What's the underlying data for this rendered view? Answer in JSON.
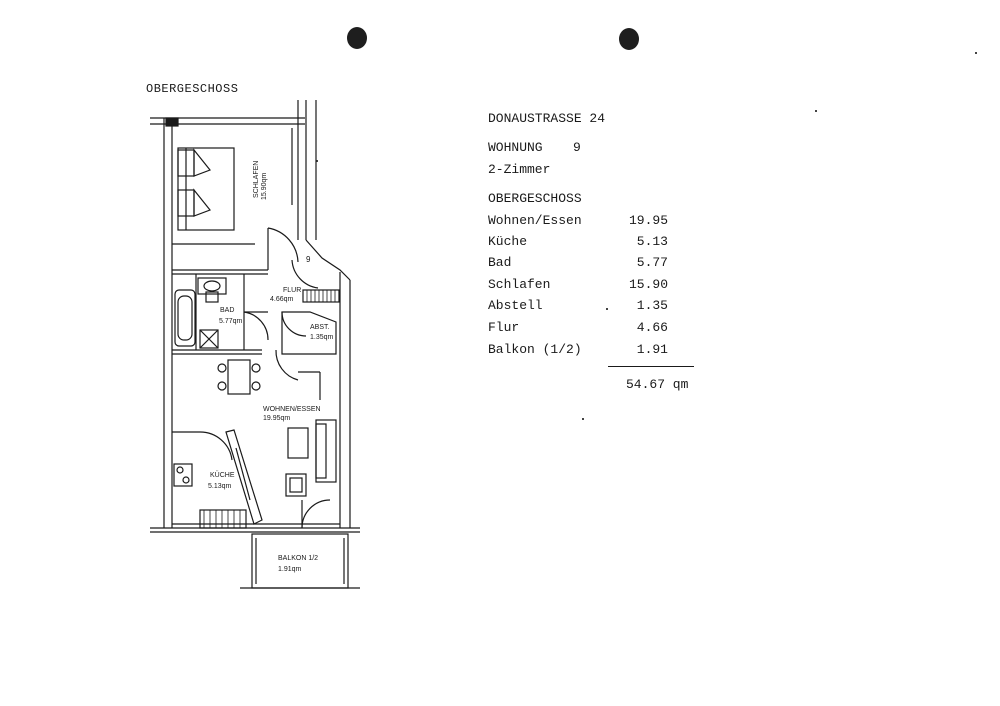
{
  "plan": {
    "floor_title": "OBERGESCHOSS",
    "rooms": {
      "schlafen": {
        "name": "SCHLAFEN",
        "area": "15.90qm"
      },
      "flur": {
        "name": "FLUR",
        "area": "4.66qm"
      },
      "bad": {
        "name": "BAD",
        "area": "5.77qm"
      },
      "abst": {
        "name": "ABST.",
        "area": "1.35qm"
      },
      "wohnen": {
        "name": "WOHNEN/ESSEN",
        "area": "19.95qm"
      },
      "kueche": {
        "name": "KÜCHE",
        "area": "5.13qm"
      },
      "balkon": {
        "name": "BALKON 1/2",
        "area": "1.91qm"
      }
    },
    "unit_marker": "9"
  },
  "info": {
    "address": "DONAUSTRASSE 24",
    "apartment_label": "WOHNUNG",
    "apartment_number": "9",
    "rooms_count": "2-Zimmer",
    "floor": "OBERGESCHOSS",
    "areas": [
      {
        "room": "Wohnen/Essen",
        "value": "19.95"
      },
      {
        "room": "Küche",
        "value": "5.13"
      },
      {
        "room": "Bad",
        "value": "5.77"
      },
      {
        "room": "Schlafen",
        "value": "15.90"
      },
      {
        "room": "Abstell",
        "value": "1.35"
      },
      {
        "room": "Flur",
        "value": "4.66"
      },
      {
        "room": "Balkon (1/2)",
        "value": "1.91"
      }
    ],
    "total": "54.67 qm"
  }
}
